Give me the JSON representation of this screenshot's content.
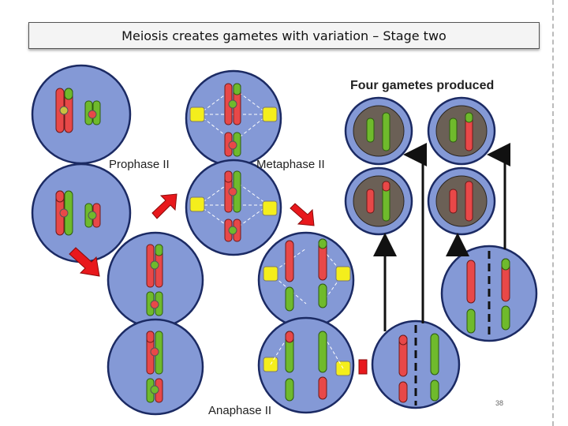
{
  "slide": {
    "title": "Meiosis creates gametes with variation – Stage two",
    "page_number": "38"
  },
  "labels": {
    "prophase": "Prophase II",
    "metaphase": "Metaphase II",
    "anaphase": "Anaphase II",
    "gametes": "Four gametes produced"
  },
  "colors": {
    "cell_fill": "#8499d6",
    "cell_border": "#1b2a63",
    "gamete_fill": "#6b6056",
    "chromosome_red": "#e84848",
    "chromosome_green": "#6fba2c",
    "centromere": "#d2c840",
    "centriole": "#f4ee1c",
    "arrow_red": "#e8181c",
    "arrow_black": "#111111"
  }
}
